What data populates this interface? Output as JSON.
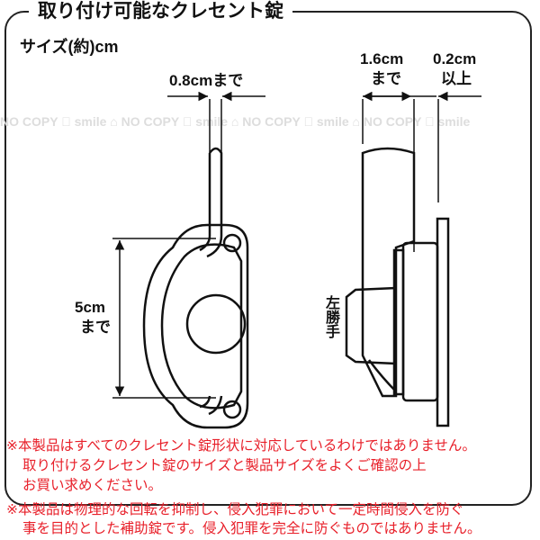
{
  "title": "取り付け可能なクレセント錠",
  "size_label": "サイズ(約)cm",
  "watermark": "NO COPY ⃠ smile ⌂ NO COPY ⃠ smile ⌂ NO COPY ⃠ smile ⌂ NO COPY ⃠ smile",
  "dims": {
    "width_front": "0.8cmまで",
    "height": [
      "5cm",
      "まで"
    ],
    "depth": [
      "1.6cm",
      "まで"
    ],
    "gap": [
      "0.2cm",
      "以上"
    ],
    "left_hand": "左勝手"
  },
  "notes_inside": [
    "※本製品はすべてのクレセント錠形状に対応しているわけではありません。",
    "取り付けるクレセント錠のサイズと製品サイズをよくご確認の上",
    "お買い求めください。"
  ],
  "notes_outside": [
    "※本製品は物理的な回転を抑制し、侵入犯罪において一定時間侵入を防ぐ",
    "事を目的とした補助錠です。侵入犯罪を完全に防ぐものではありません。"
  ],
  "colors": {
    "note": "#e8202a",
    "line": "#222222"
  }
}
